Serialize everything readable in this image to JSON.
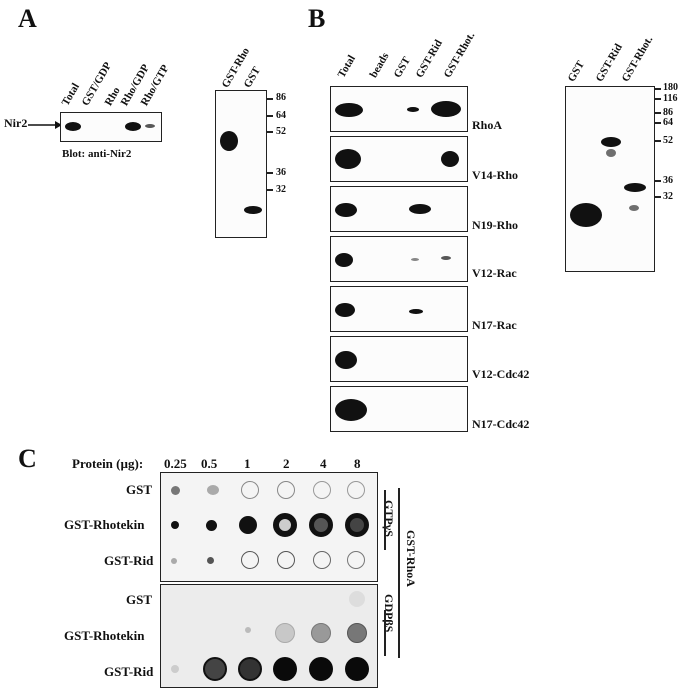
{
  "panelA": {
    "letter": "A",
    "blot1": {
      "lanes": [
        "Total",
        "GST/GDP",
        "Rho",
        "Rho/GDP",
        "Rho/GTP"
      ],
      "arrow_label": "Nir2",
      "caption": "Blot: anti-Nir2"
    },
    "blot2": {
      "lanes": [
        "GST-Rho",
        "GST"
      ],
      "mw_markers": [
        "86",
        "64",
        "52",
        "36",
        "32"
      ]
    }
  },
  "panelB": {
    "letter": "B",
    "lanes": [
      "Total",
      "beads",
      "GST",
      "GST-Rid",
      "GST-Rhot."
    ],
    "rows": [
      "RhoA",
      "V14-Rho",
      "N19-Rho",
      "V12-Rac",
      "N17-Rac",
      "V12-Cdc42",
      "N17-Cdc42"
    ],
    "gel": {
      "lanes": [
        "GST",
        "GST-Rid",
        "GST-Rhot."
      ],
      "mw_markers": [
        "180",
        "116",
        "86",
        "64",
        "52",
        "36",
        "32"
      ]
    }
  },
  "panelC": {
    "letter": "C",
    "header_label": "Protein (µg):",
    "amounts": [
      "0.25",
      "0.5",
      "1",
      "2",
      "4",
      "8"
    ],
    "top_rows": [
      "GST",
      "GST-Rhotekin",
      "GST-Rid"
    ],
    "bottom_rows": [
      "GST",
      "GST-Rhotekin",
      "GST-Rid"
    ],
    "top_condition": "GTPγS",
    "bottom_condition": "GDPβS",
    "probe": "GST-RhoA"
  }
}
